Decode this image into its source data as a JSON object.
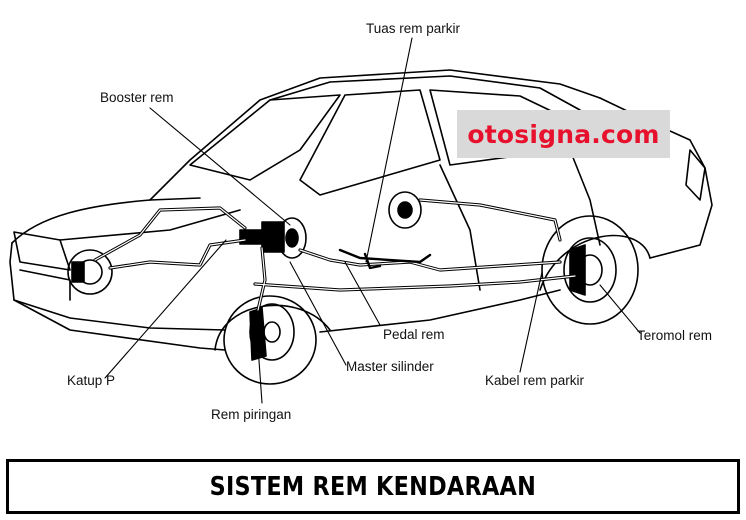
{
  "diagram": {
    "title": "SISTEM REM KENDARAAN",
    "watermark": "otosigna.com",
    "colors": {
      "watermark_text": "#e8112d",
      "watermark_bg": "#d9d9d9",
      "line": "#000000"
    },
    "labels": {
      "tuas_rem_parkir": "Tuas rem parkir",
      "booster_rem": "Booster rem",
      "pedal_rem": "Pedal rem",
      "teromol_rem": "Teromol rem",
      "master_silinder": "Master silinder",
      "katup_p": "Katup P",
      "kabel_rem_parkir": "Kabel rem parkir",
      "rem_piringan": "Rem piringan"
    }
  }
}
